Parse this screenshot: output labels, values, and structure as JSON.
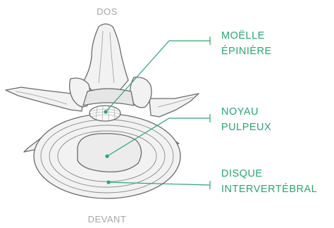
{
  "orientation": {
    "top": "DOS",
    "bottom": "DEVANT"
  },
  "labels": {
    "spinal_cord": [
      "MOËLLE",
      "ÉPINIÈRE"
    ],
    "nucleus": [
      "NOYAU",
      "PULPEUX"
    ],
    "disc": [
      "DISQUE",
      "INTERVERTÉBRAL"
    ]
  },
  "colors": {
    "accent": "#2aa672",
    "caption": "#a6a6a6",
    "outline": "#6b6b6b",
    "bone": "#f2f2f2"
  }
}
